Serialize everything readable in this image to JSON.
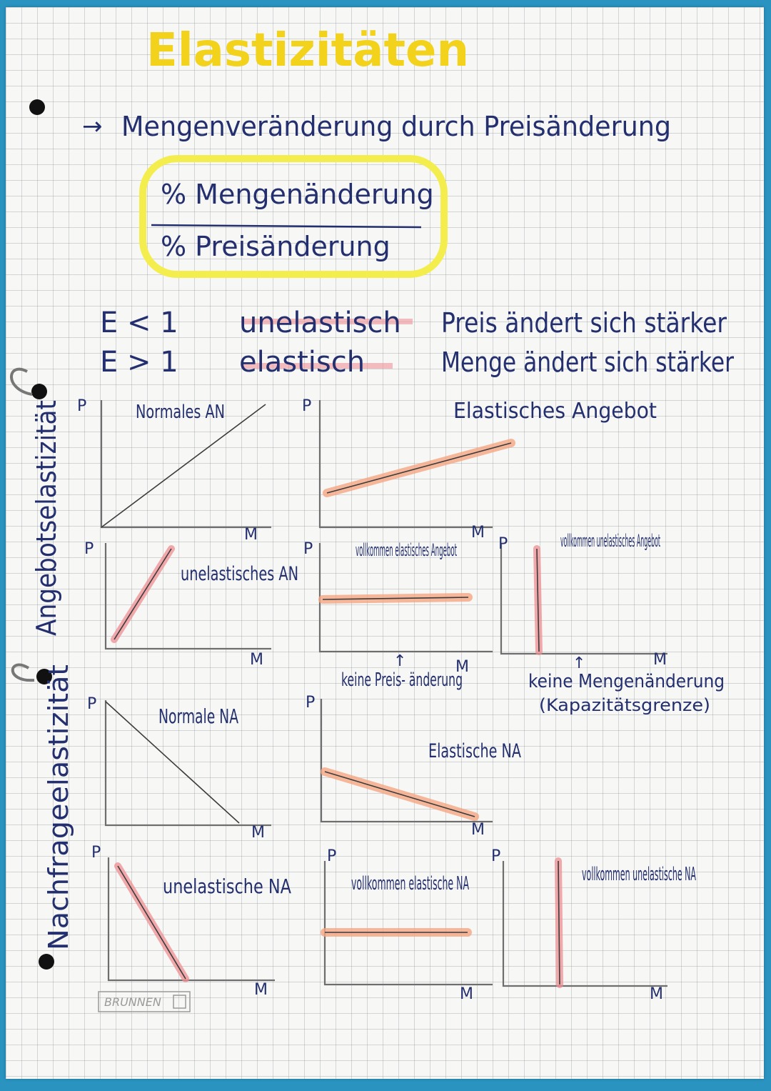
{
  "title": "Elastizitäten",
  "intro": "Mengenveränderung durch Preisänderung",
  "formula": {
    "numerator": "% Mengenänderung",
    "denominator": "% Preisänderung"
  },
  "rules": [
    {
      "condition": "E < 1",
      "term": "unelastisch",
      "meaning": "Preis ändert sich stärker"
    },
    {
      "condition": "E > 1",
      "term": "elastisch",
      "meaning": "Menge ändert sich stärker"
    }
  ],
  "side_labels": {
    "supply": "Angebotselastizität",
    "demand": "Nachfrageelastizität"
  },
  "axis": {
    "y": "P",
    "x": "M"
  },
  "graphs": {
    "normales_an": "Normales AN",
    "elastisches_angebot": "Elastisches Angebot",
    "unelastisches_an": "unelastisches AN",
    "vollkommen_elastisches_angebot": "vollkommen elastisches Angebot",
    "vollkommen_unelastisches_angebot": "vollkommen unelastisches Angebot",
    "normale_na": "Normale NA",
    "elastische_na": "Elastische NA",
    "unelastische_na": "unelastische NA",
    "vollkommen_elastische_na": "vollkommen elastische NA",
    "vollkommen_unelastische_na": "vollkommen unelastische NA"
  },
  "notes": {
    "keine_preisaenderung": "keine Preis- änderung",
    "keine_mengenaenderung": "keine Mengenänderung",
    "kapazitaetsgrenze": "(Kapazitätsgrenze)"
  },
  "brand": "BRUNNEN",
  "colors": {
    "ink": "#232f6e",
    "title": "#f2d21b",
    "highlight_yellow": "#f3ee4e",
    "highlight_pink": "#ef8d92",
    "highlight_orange": "#f4a582",
    "paper_edge": "#2a93c0"
  }
}
